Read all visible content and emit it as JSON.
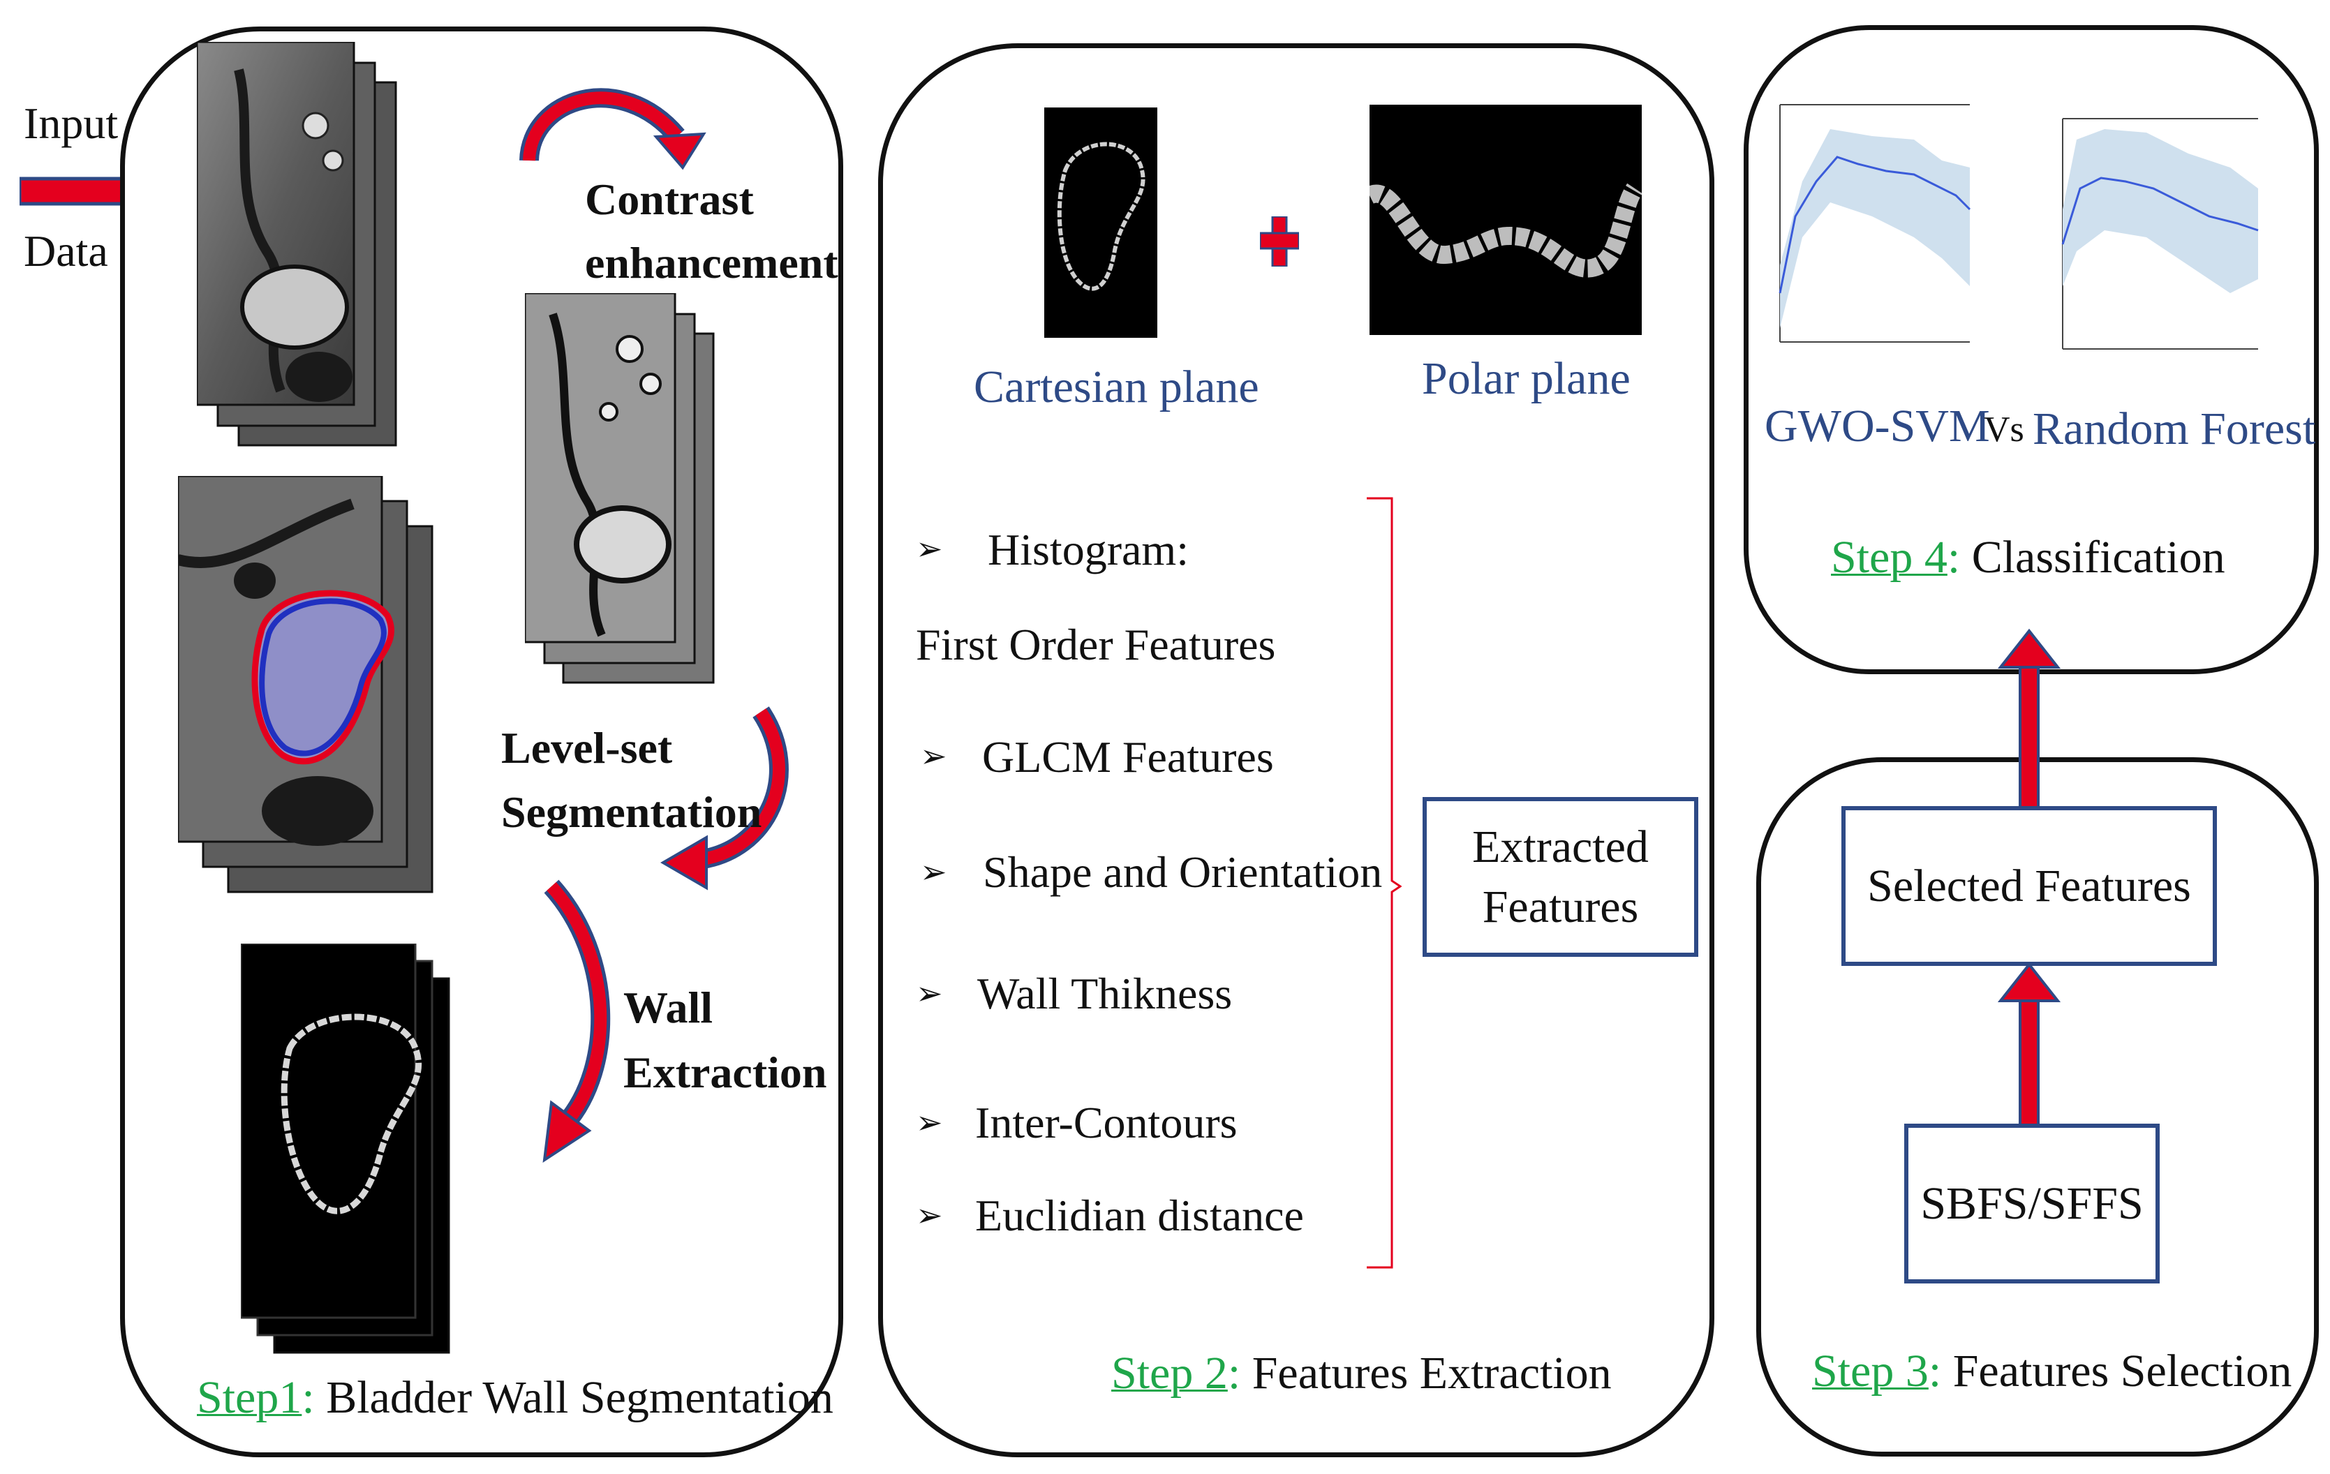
{
  "colors": {
    "outline": "#111111",
    "accent_red": "#e4001e",
    "accent_blue": "#2e4a86",
    "step_green": "#1fa64a",
    "box_border": "#2e4a86",
    "shade": "#cfe0ee"
  },
  "input_label": {
    "line1": "Input",
    "line2": "Data"
  },
  "step1": {
    "contrast": {
      "line1": "Contrast",
      "line2": "enhancement"
    },
    "levelset": {
      "line1": "Level-set",
      "line2": "Segmentation"
    },
    "wall": {
      "line1": "Wall",
      "line2": "Extraction"
    },
    "label_step": "Step1",
    "label_colon": ":",
    "label_text": " Bladder Wall Segmentation"
  },
  "step2": {
    "cartesian": "Cartesian plane",
    "polar": "Polar plane",
    "plus_icon": "plus-icon",
    "histogram": "Histogram:",
    "first_order": "First Order Features",
    "glcm": "GLCM Features",
    "shape": "Shape and Orientation",
    "wall": "Wall Thikness",
    "inter": "Inter-Contours",
    "euclid": "Euclidian distance",
    "extracted": {
      "line1": "Extracted",
      "line2": "Features"
    },
    "bullet_icon": "arrow-bullet-icon",
    "label_step": "Step 2",
    "label_colon": ":",
    "label_text": " Features Extraction"
  },
  "step3": {
    "selected": "Selected Features",
    "sbfs": "SBFS/SFFS",
    "label_step": "Step 3",
    "label_colon": ":",
    "label_text": " Features Selection"
  },
  "step4": {
    "gwo": "GWO-SVM",
    "vs": "Vs",
    "rf": "Random Forest",
    "label_step": "Step 4",
    "label_colon": ":",
    "label_text": " Classification"
  }
}
